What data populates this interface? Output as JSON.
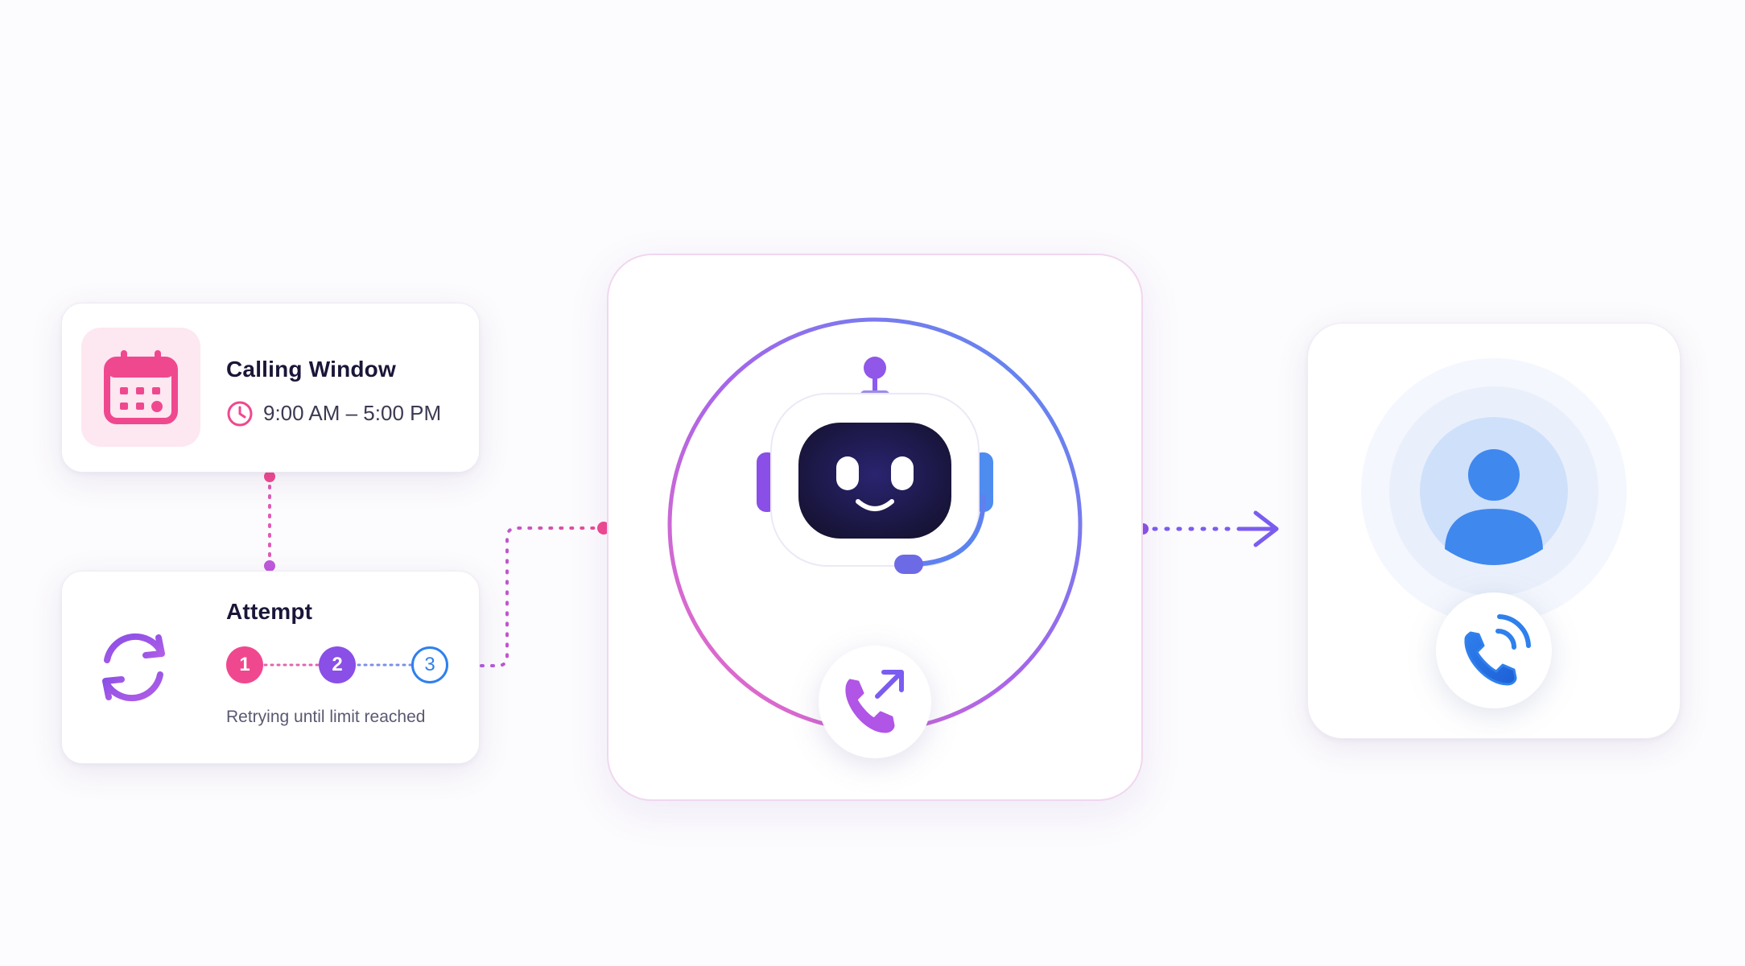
{
  "calling_window": {
    "title": "Calling Window",
    "time_range": "9:00 AM – 5:00 PM"
  },
  "attempt": {
    "title": "Attempt",
    "steps": [
      "1",
      "2",
      "3"
    ],
    "status": "Retrying until limit reached"
  },
  "colors": {
    "pink": "#f0488f",
    "purple": "#8a4fe6",
    "blue": "#2f80ed",
    "robot_face": "#1d1a4d"
  },
  "icons": {
    "calendar": "calendar-icon",
    "clock": "clock-icon",
    "refresh": "refresh-icon",
    "robot": "robot-agent-icon",
    "outgoing_call": "outgoing-call-icon",
    "contact": "user-avatar-icon",
    "ringing_phone": "ringing-phone-icon"
  }
}
